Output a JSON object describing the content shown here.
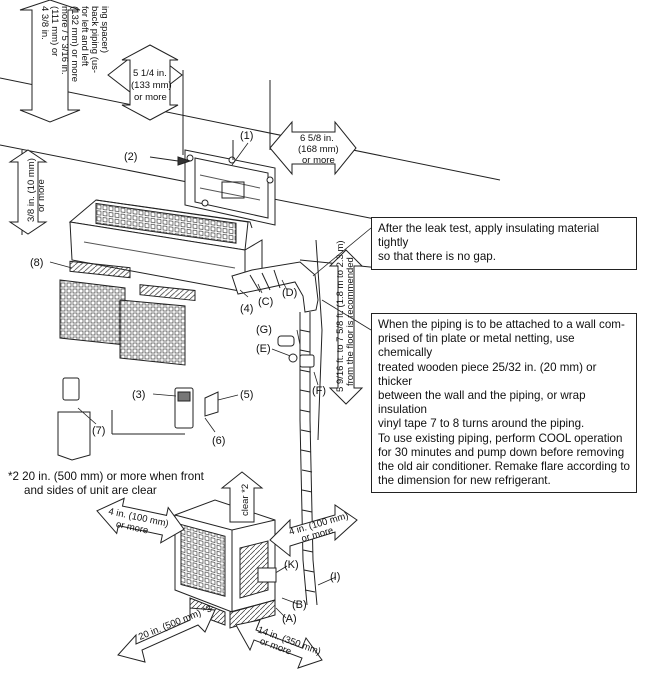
{
  "dimensions": {
    "top_left": [
      "4 3/8 in.",
      "(111 mm) or",
      "more / 5 3/16 in.",
      "(132 mm) or more",
      "for left and left",
      "back piping (us-",
      "ing spacer)"
    ],
    "top_center": [
      "5 1/4 in.",
      "(133 mm)",
      "or more"
    ],
    "right_plate": [
      "6 5/8 in.",
      "(168 mm)",
      "or more"
    ],
    "left_unit": [
      "3/8 in. (10 mm)",
      "or more"
    ],
    "pipe_height": [
      "5 9/16 ft. to 7 5/8 ft. (1.8 m to 2.3 m)",
      "from the floor is recommended"
    ],
    "outdoor_left": [
      "4 in. (100 mm)",
      "or more"
    ],
    "outdoor_right": [
      "4 in. (100 mm)",
      "or more"
    ],
    "outdoor_top": "clear *2",
    "outdoor_front": "20 in. (500 mm) *3",
    "outdoor_side": [
      "14 in. (350 mm)",
      "or more"
    ]
  },
  "parts": {
    "p1": "(1)",
    "p2": "(2)",
    "p3": "(3)",
    "p4": "(4)",
    "p5": "(5)",
    "p6": "(6)",
    "p7": "(7)",
    "p8": "(8)",
    "pA": "(A)",
    "pB": "(B)",
    "pC": "(C)",
    "pD": "(D)",
    "pE": "(E)",
    "pF": "(F)",
    "pG": "(G)",
    "pI": "(I)",
    "pK": "(K)"
  },
  "notes": {
    "leak_test": [
      "After the leak test, apply insulating material tightly",
      "so that there is no gap."
    ],
    "piping": [
      "When the piping is to be attached to a wall com-",
      "prised of tin plate or metal netting, use chemically",
      "treated wooden piece 25/32 in. (20 mm) or thicker",
      "between the wall and the piping, or wrap insulation",
      "vinyl tape 7 to 8 turns around the piping.",
      "To use existing piping, perform COOL operation",
      "for 30 minutes and pump down before removing",
      "the old air conditioner. Remake flare according to",
      "the dimension for new refrigerant."
    ],
    "clearance": [
      "*2 20 in. (500 mm) or more when front",
      "and sides of unit are clear"
    ]
  }
}
